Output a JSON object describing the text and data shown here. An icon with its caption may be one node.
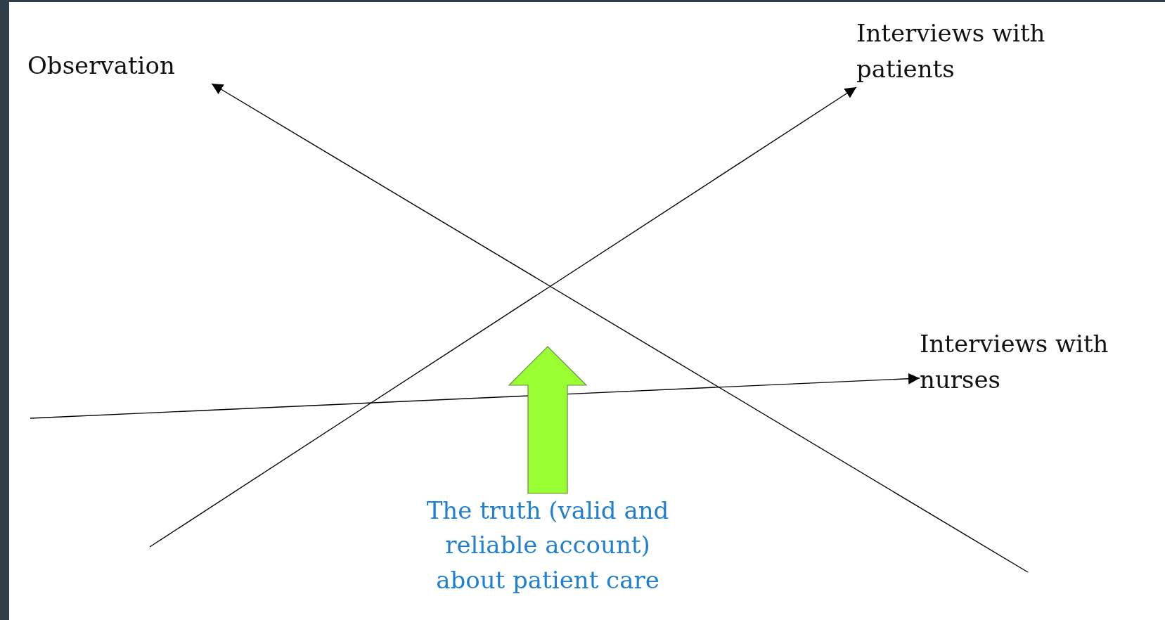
{
  "diagram": {
    "nodes": [
      {
        "text": [
          "Observation"
        ]
      },
      {
        "text": [
          "Interviews with patients"
        ]
      },
      {
        "text": [
          "Interviews with nurses"
        ]
      },
      {
        "text": [
          "The truth (valid and reliable account) about patient care"
        ]
      }
    ],
    "edges": [
      {
        "from": null,
        "to": 0,
        "arrow": "to"
      },
      {
        "from": null,
        "to": 1,
        "arrow": "to"
      },
      {
        "from": null,
        "to": 2,
        "arrow": "to"
      },
      {
        "from": 3,
        "to": null,
        "arrow": "to",
        "style": "thick",
        "color": "#99ff33"
      }
    ]
  }
}
